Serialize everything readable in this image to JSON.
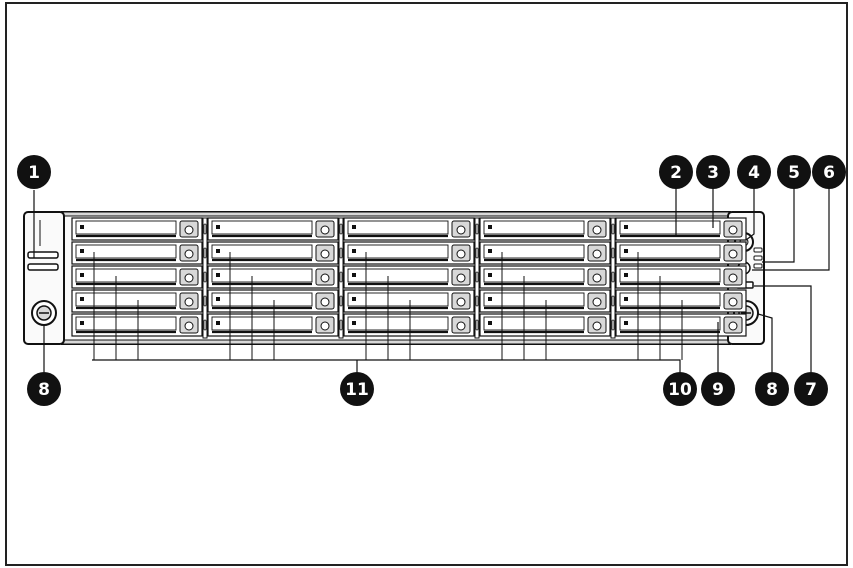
{
  "figure": {
    "subject": "2U rack server front panel",
    "drive_grid": {
      "columns": 5,
      "rows": 5
    },
    "callouts": [
      {
        "id": "callout-1",
        "label": "1"
      },
      {
        "id": "callout-2",
        "label": "2"
      },
      {
        "id": "callout-3",
        "label": "3"
      },
      {
        "id": "callout-4",
        "label": "4"
      },
      {
        "id": "callout-5",
        "label": "5"
      },
      {
        "id": "callout-6",
        "label": "6"
      },
      {
        "id": "callout-7",
        "label": "7"
      },
      {
        "id": "callout-8a",
        "label": "8"
      },
      {
        "id": "callout-8b",
        "label": "8"
      },
      {
        "id": "callout-9",
        "label": "9"
      },
      {
        "id": "callout-10",
        "label": "10"
      },
      {
        "id": "callout-11",
        "label": "11"
      }
    ]
  },
  "colors": {
    "ink": "#111111",
    "frame_line": "#222222",
    "drive_face": "#ffffff",
    "chassis_fill": "#fafafa",
    "shade": "#d8d8d8",
    "callout_fill": "#111111",
    "callout_text": "#ffffff"
  }
}
